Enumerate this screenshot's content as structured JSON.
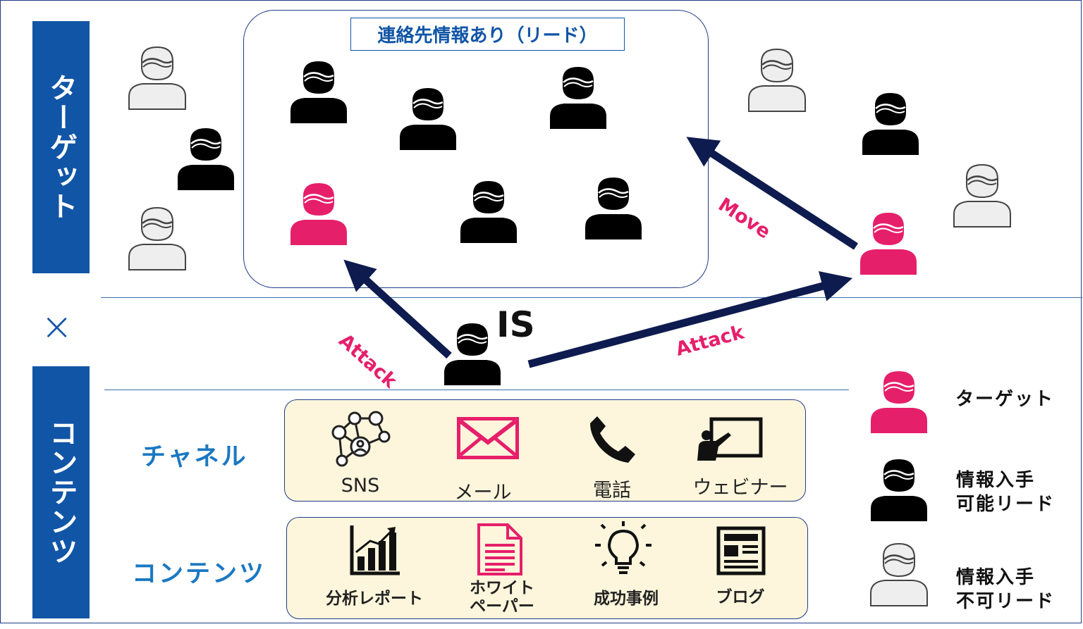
{
  "bands": {
    "target": "ターゲット",
    "times": "×",
    "content": "コンテンツ"
  },
  "lead_box": {
    "title": "連絡先情報あり（リード）"
  },
  "arrows": {
    "attack_left": "Attack",
    "attack_right": "Attack",
    "move": "Move"
  },
  "is_label": "IS",
  "channels": {
    "label": "チャネル",
    "items": [
      {
        "icon": "network-icon",
        "label": "SNS"
      },
      {
        "icon": "mail-icon",
        "label": "メール"
      },
      {
        "icon": "phone-icon",
        "label": "電話"
      },
      {
        "icon": "webinar-icon",
        "label": "ウェビナー"
      }
    ]
  },
  "contents": {
    "label": "コンテンツ",
    "items": [
      {
        "icon": "bar-chart-icon",
        "label": "分析レポート"
      },
      {
        "icon": "document-icon",
        "label": "ホワイトペーパー"
      },
      {
        "icon": "lightbulb-icon",
        "label": "成功事例"
      },
      {
        "icon": "newspaper-icon",
        "label": "ブログ"
      }
    ]
  },
  "legend": {
    "target": "ターゲット",
    "available": "情報入手\n可能リード",
    "unavailable": "情報入手\n不可リード"
  },
  "colors": {
    "navy": "#0d1b4f",
    "blue": "#1155a6",
    "pink": "#e61f6b",
    "cream": "#fdf6dc",
    "gray": "#eeeeee"
  }
}
